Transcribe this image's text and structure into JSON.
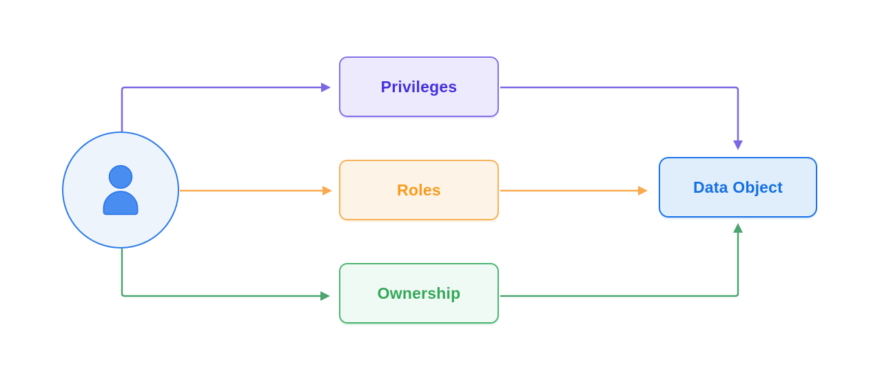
{
  "diagram": {
    "background_color": "#ffffff",
    "actor": {
      "icon": "person-icon",
      "circle_fill": "#eef4fc",
      "circle_border": "#2c7be9",
      "icon_fill": "#4a8df1",
      "icon_stroke": "#2b76e9"
    },
    "nodes": [
      {
        "id": "privileges",
        "label": "Privileges",
        "fill": "#edeafd",
        "border": "#8271e9",
        "text_color": "#4430df"
      },
      {
        "id": "roles",
        "label": "Roles",
        "fill": "#fdf4e7",
        "border": "#f6b158",
        "text_color": "#f89b1f"
      },
      {
        "id": "ownership",
        "label": "Ownership",
        "fill": "#f0faf4",
        "border": "#4cb471",
        "text_color": "#33a859"
      },
      {
        "id": "data_object",
        "label": "Data Object",
        "fill": "#e0edfb",
        "border": "#1a73e8",
        "text_color": "#1470e6"
      }
    ],
    "edges": [
      {
        "from": "user",
        "to": "privileges",
        "color": "#7d66e3"
      },
      {
        "from": "privileges",
        "to": "data_object",
        "color": "#7d66e3"
      },
      {
        "from": "user",
        "to": "roles",
        "color": "#f9a94e"
      },
      {
        "from": "roles",
        "to": "data_object",
        "color": "#f9a94e"
      },
      {
        "from": "user",
        "to": "ownership",
        "color": "#4ca46f"
      },
      {
        "from": "ownership",
        "to": "data_object",
        "color": "#4ca46f"
      }
    ]
  }
}
